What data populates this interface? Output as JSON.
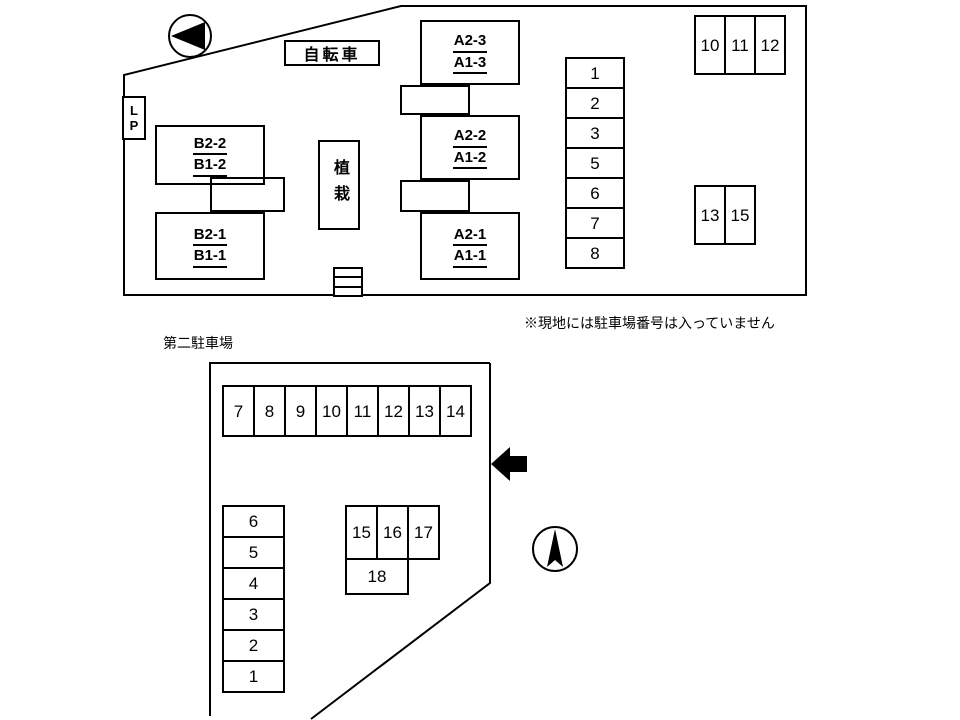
{
  "page": {
    "background": "#ffffff",
    "line_color": "#000000"
  },
  "note": "※現地には駐車場番号は入っていません",
  "lot1": {
    "labels": {
      "bicycle": "自転車",
      "lp": "LP",
      "planting": "植栽"
    },
    "buildings": [
      {
        "top": "A2-3",
        "bottom": "A1-3"
      },
      {
        "top": "A2-2",
        "bottom": "A1-2"
      },
      {
        "top": "A2-1",
        "bottom": "A1-1"
      },
      {
        "top": "B2-2",
        "bottom": "B1-2"
      },
      {
        "top": "B2-1",
        "bottom": "B1-1"
      }
    ],
    "column_spaces": [
      "1",
      "2",
      "3",
      "5",
      "6",
      "7",
      "8"
    ],
    "top_right_spaces": [
      "10",
      "11",
      "12"
    ],
    "mid_right_spaces": [
      "13",
      "15"
    ]
  },
  "lot2": {
    "title": "第二駐車場",
    "top_row_spaces": [
      "7",
      "8",
      "9",
      "10",
      "11",
      "12",
      "13",
      "14"
    ],
    "left_column_spaces": [
      "6",
      "5",
      "4",
      "3",
      "2",
      "1"
    ],
    "center_row_spaces": [
      "15",
      "16",
      "17"
    ],
    "center_bottom_space": "18"
  }
}
